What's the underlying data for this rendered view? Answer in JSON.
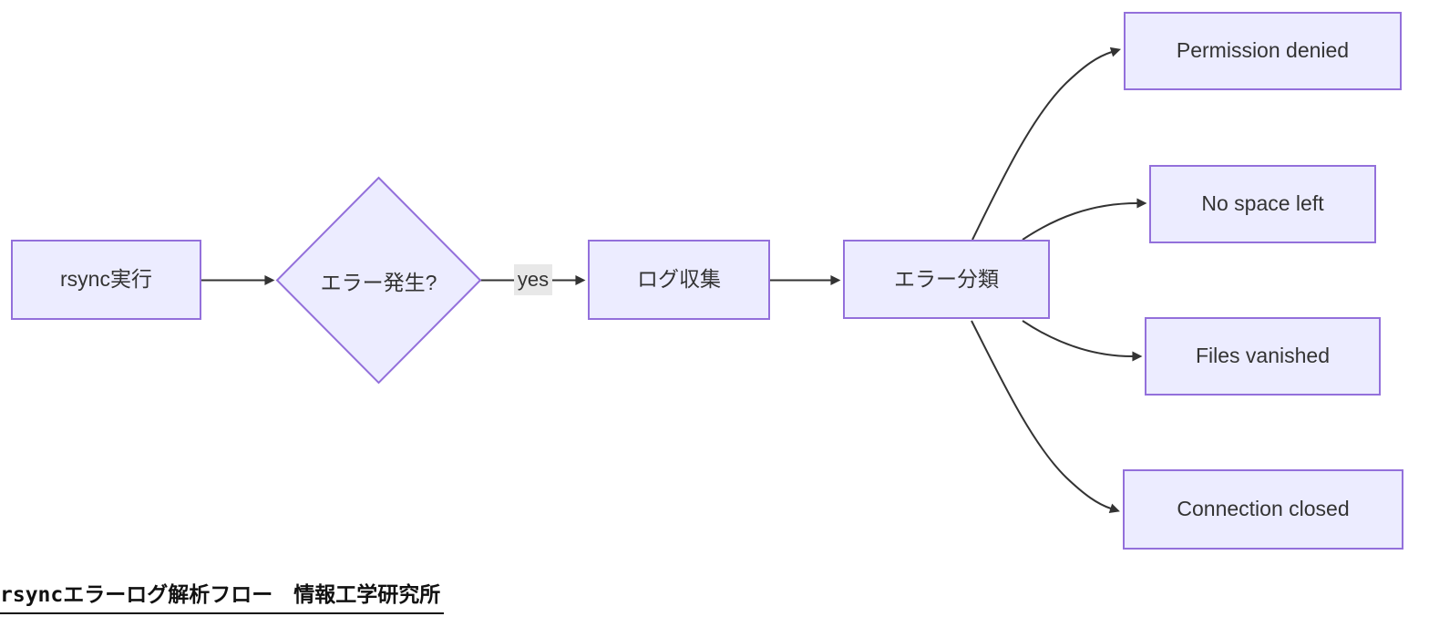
{
  "diagram": {
    "nodes": {
      "start": {
        "label": "rsync実行"
      },
      "decision": {
        "label": "エラー発生?"
      },
      "collect": {
        "label": "ログ収集"
      },
      "classify": {
        "label": "エラー分類"
      },
      "errors": [
        {
          "label": "Permission denied"
        },
        {
          "label": "No space left"
        },
        {
          "label": "Files vanished"
        },
        {
          "label": "Connection closed"
        }
      ]
    },
    "edge_labels": {
      "yes": "yes"
    },
    "caption": "rsyncエラーログ解析フロー　情報工学研究所",
    "colors": {
      "node_fill": "#ECECFF",
      "node_border": "#9370DB",
      "edge": "#333333",
      "edge_label_bg": "#e8e8e8",
      "text": "#333333",
      "caption": "#111111"
    }
  }
}
